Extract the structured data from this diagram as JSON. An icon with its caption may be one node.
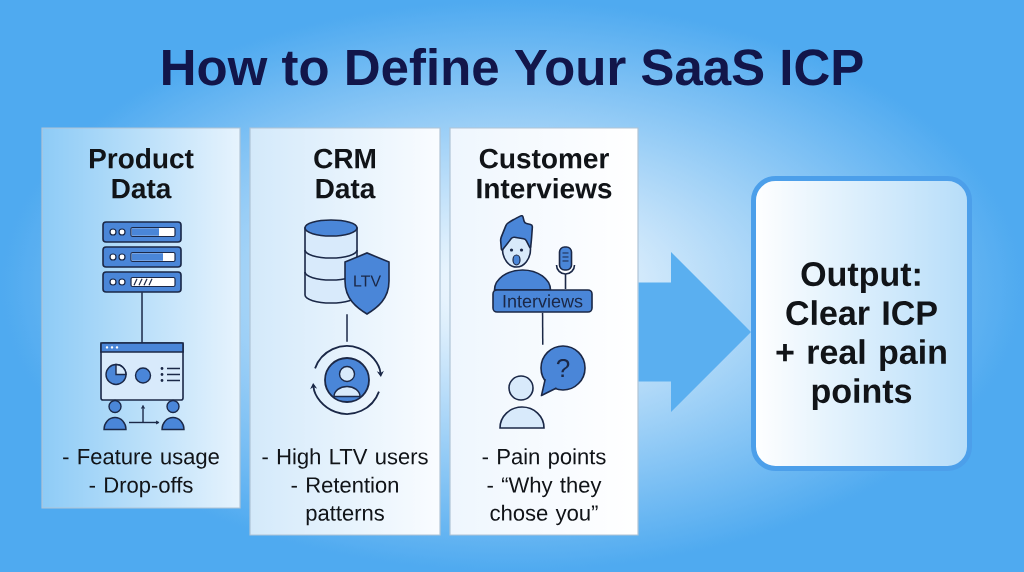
{
  "diagram": {
    "title": "How to Define Your SaaS ICP",
    "nodes": [
      {
        "text": [
          "Product Data",
          "- Feature usage",
          "- Drop-offs"
        ]
      },
      {
        "text": [],
        "shape": "picture",
        "in": 0
      },
      {
        "text": [],
        "shape": "picture",
        "in": 0
      },
      {
        "text": [
          "CRM Data",
          "- High LTV users",
          "- Retention patterns"
        ]
      },
      {
        "text": [
          "LTV"
        ],
        "in": 3
      },
      {
        "text": [],
        "shape": "picture",
        "in": 3
      },
      {
        "text": [
          "Customer Interviews",
          "- Pain points",
          "- “Why they chose you”"
        ]
      },
      {
        "text": [
          "Interviews"
        ],
        "in": 6
      },
      {
        "text": [
          "?"
        ],
        "in": 6
      },
      {
        "text": [
          "Output: Clear ICP + real pain points"
        ]
      }
    ],
    "edges": [
      {
        "from": 1,
        "to": 2,
        "arrow": "none"
      },
      {
        "from": 4,
        "to": 5,
        "arrow": "none"
      },
      {
        "from": 7,
        "to": 8,
        "arrow": "none"
      },
      {
        "from": 6,
        "to": 9,
        "arrow": "to",
        "style": "thick",
        "color": "#5aaff0"
      }
    ]
  }
}
